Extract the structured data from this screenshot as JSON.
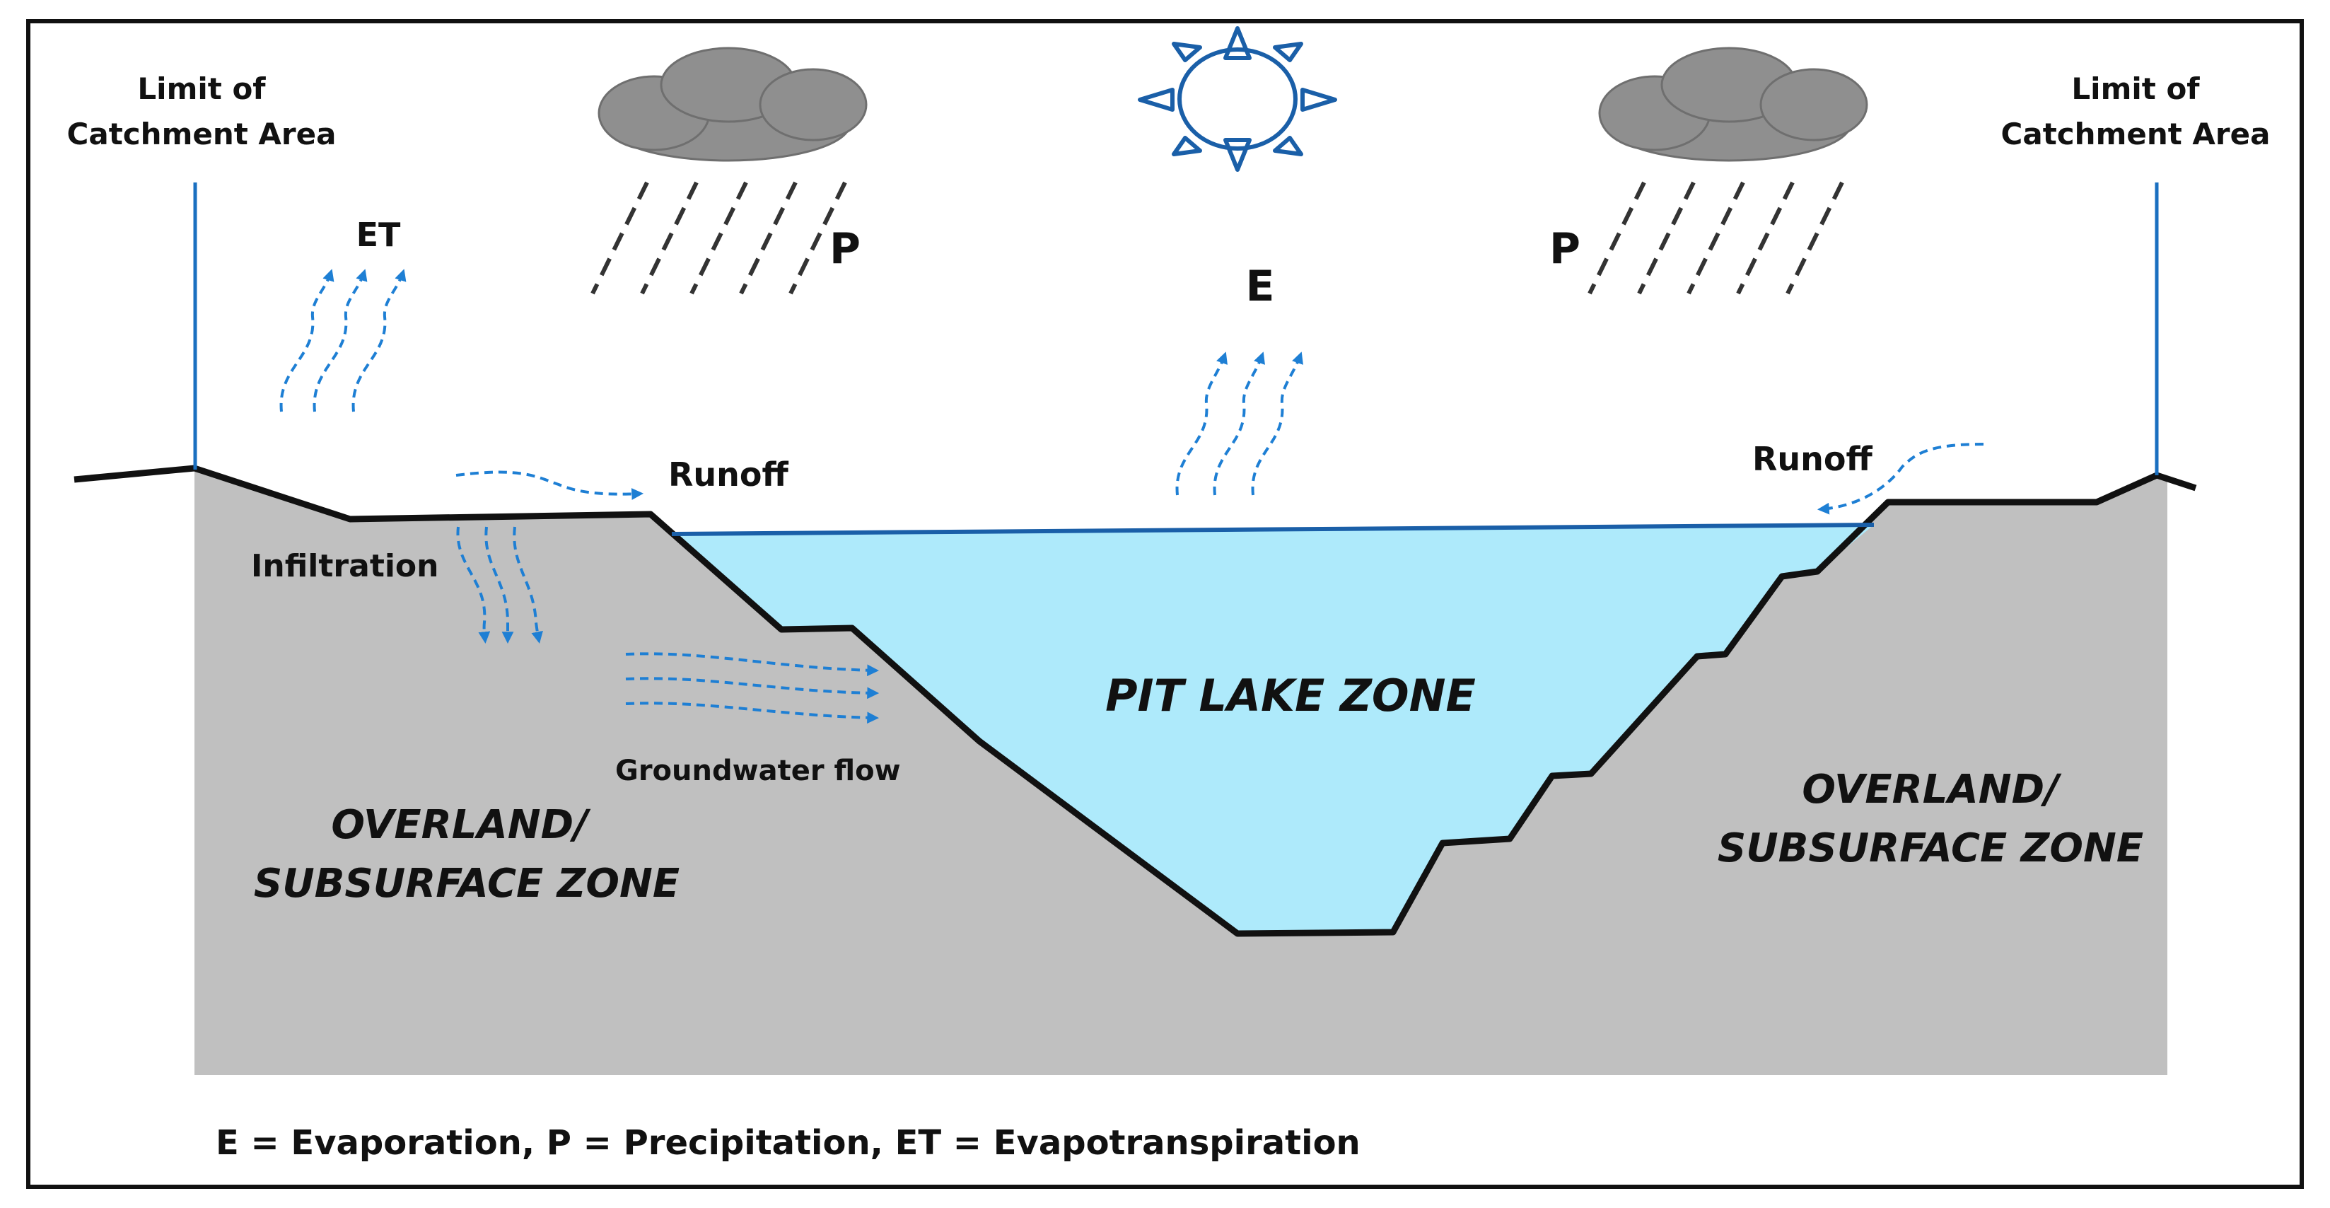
{
  "labels": {
    "limit_left_line1": "Limit of",
    "limit_left_line2": "Catchment Area",
    "limit_right_line1": "Limit of",
    "limit_right_line2": "Catchment Area",
    "et": "ET",
    "p_left": "P",
    "p_right": "P",
    "e": "E",
    "runoff_left": "Runoff",
    "runoff_right": "Runoff",
    "infiltration": "Infiltration",
    "groundwater_flow": "Groundwater flow",
    "pit_lake_zone": "PIT LAKE ZONE",
    "overland_left_line1": "OVERLAND/",
    "overland_left_line2": "SUBSURFACE ZONE",
    "overland_right_line1": "OVERLAND/",
    "overland_right_line2": "SUBSURFACE ZONE",
    "legend": "E = Evaporation, P = Precipitation, ET = Evapotranspiration"
  },
  "icons": {
    "sun": "sun-icon",
    "cloud": "rain-cloud-icon",
    "arrow": "dashed-flow-arrow"
  },
  "colors": {
    "ground": "#c0c0c0",
    "lake": "#aeeafb",
    "water_line": "#1a5fa8",
    "arrow": "#1e7fd4",
    "cloud": "#8f8f8f",
    "outline": "#111111",
    "catchment_line": "#1a6fc0"
  }
}
